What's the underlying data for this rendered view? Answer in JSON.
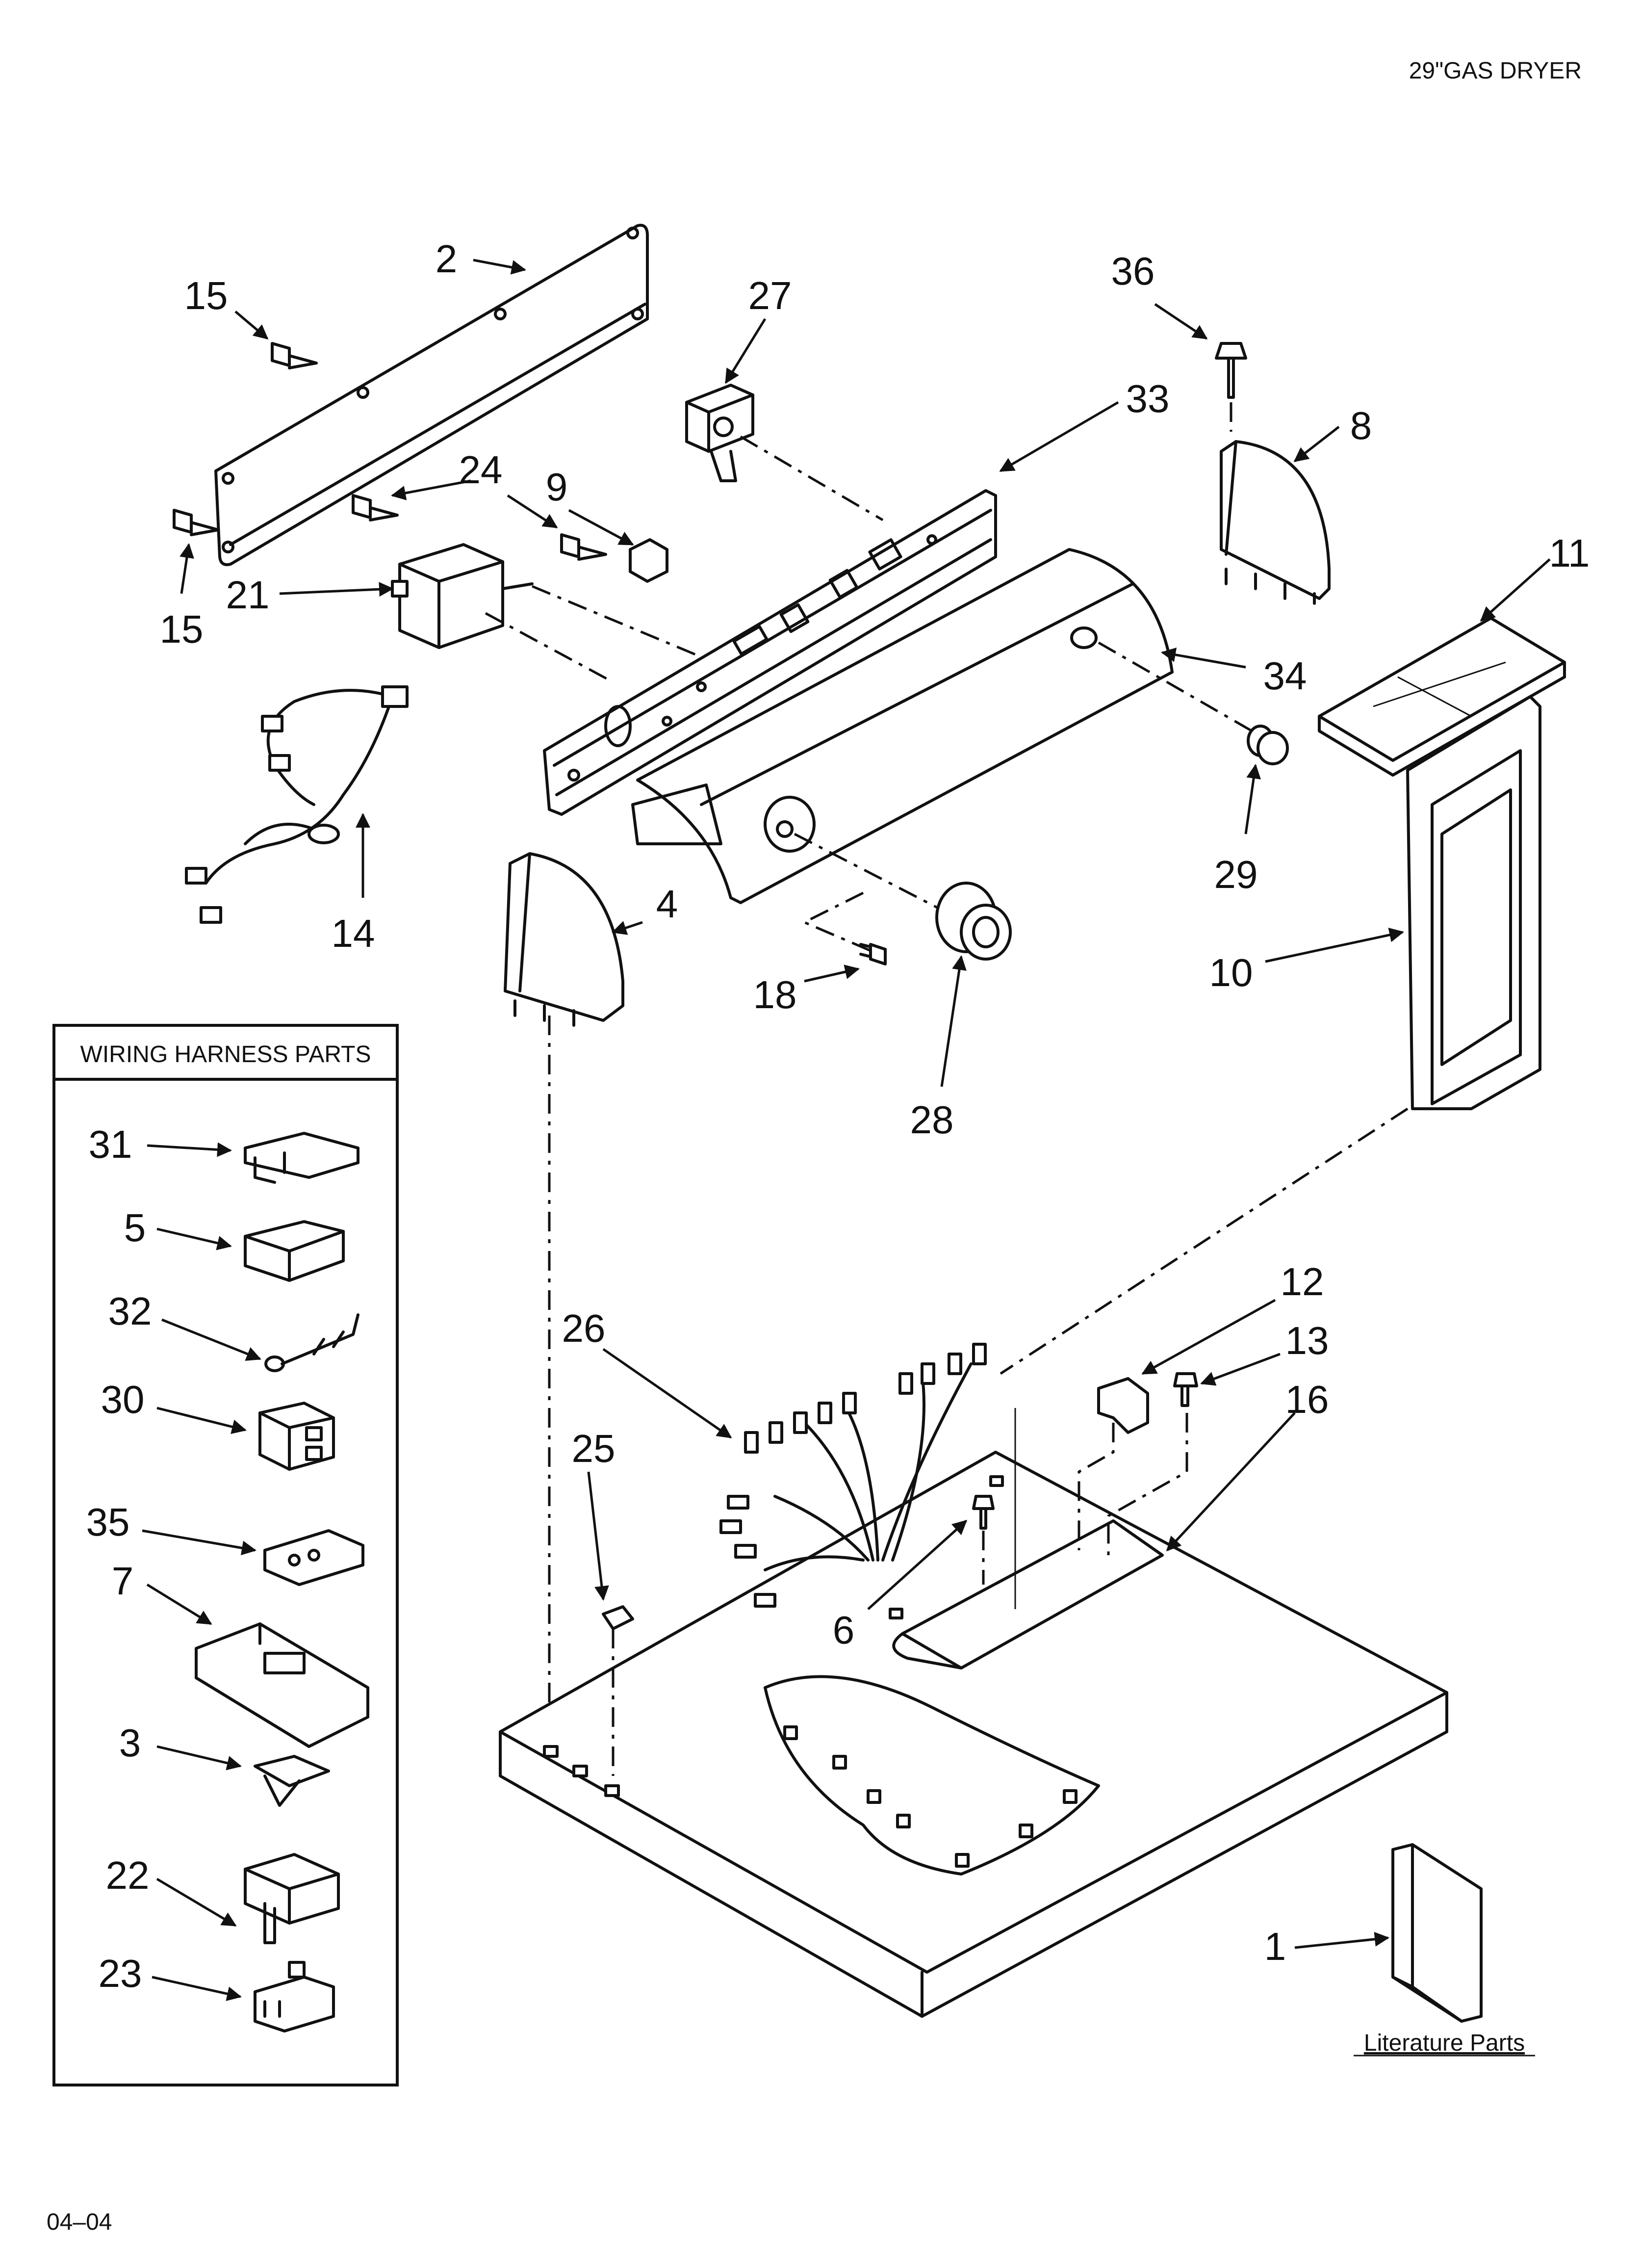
{
  "header": {
    "title": "29\"GAS DRYER"
  },
  "footer": {
    "code": "04–04"
  },
  "wiring_box": {
    "title": "WIRING HARNESS PARTS"
  },
  "literature": {
    "label": "Literature Parts"
  },
  "callouts": {
    "c1": "1",
    "c2": "2",
    "c3": "3",
    "c4": "4",
    "c5": "5",
    "c6": "6",
    "c7": "7",
    "c8": "8",
    "c9": "9",
    "c10": "10",
    "c11": "11",
    "c12": "12",
    "c13": "13",
    "c14": "14",
    "c15a": "15",
    "c15b": "15",
    "c16": "16",
    "c18": "18",
    "c21": "21",
    "c22": "22",
    "c23": "23",
    "c24": "24",
    "c25": "25",
    "c26": "26",
    "c27": "27",
    "c28": "28",
    "c29": "29",
    "c30": "30",
    "c31": "31",
    "c32": "32",
    "c33": "33",
    "c34": "34",
    "c35": "35",
    "c36": "36"
  },
  "colors": {
    "ink": "#111111",
    "paper": "#ffffff"
  }
}
